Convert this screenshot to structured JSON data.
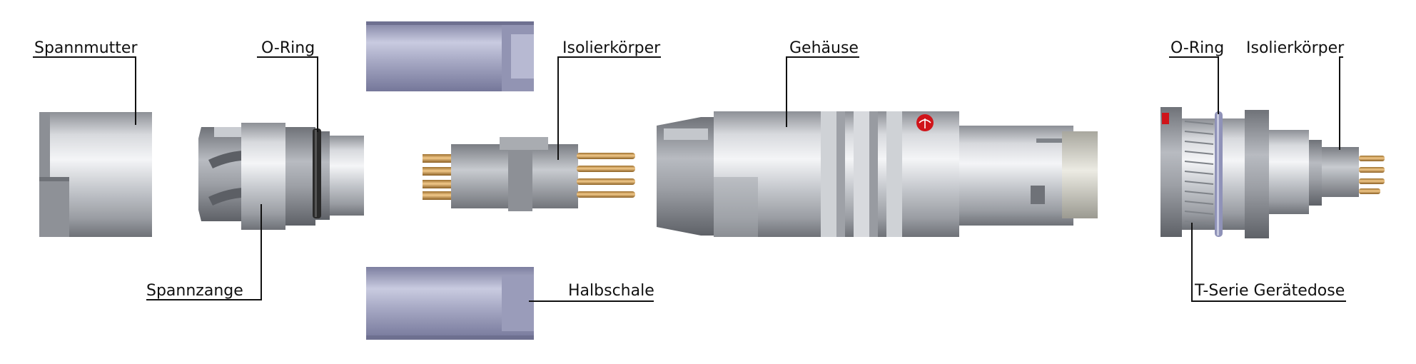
{
  "labels": {
    "spannmutter": "Spannmutter",
    "oring_left": "O-Ring",
    "spannzange": "Spannzange",
    "isolierkoerper_left": "Isolierkörper",
    "halbschale": "Halbschale",
    "gehaeuse": "Gehäuse",
    "oring_right": "O-Ring",
    "isolierkoerper_right": "Isolierkörper",
    "t_serie": "T-Serie Gerätedose"
  },
  "colors": {
    "metal_light": "#e6e8ec",
    "metal_mid": "#b9bcc2",
    "metal_dark": "#7f8389",
    "shell_blue": "#a6a8c4",
    "pin_gold": "#d6a55e",
    "oring_dark": "#2a2a2a",
    "oring_blue": "#8f92b8",
    "logo_red": "#d0141a",
    "text": "#111111"
  }
}
